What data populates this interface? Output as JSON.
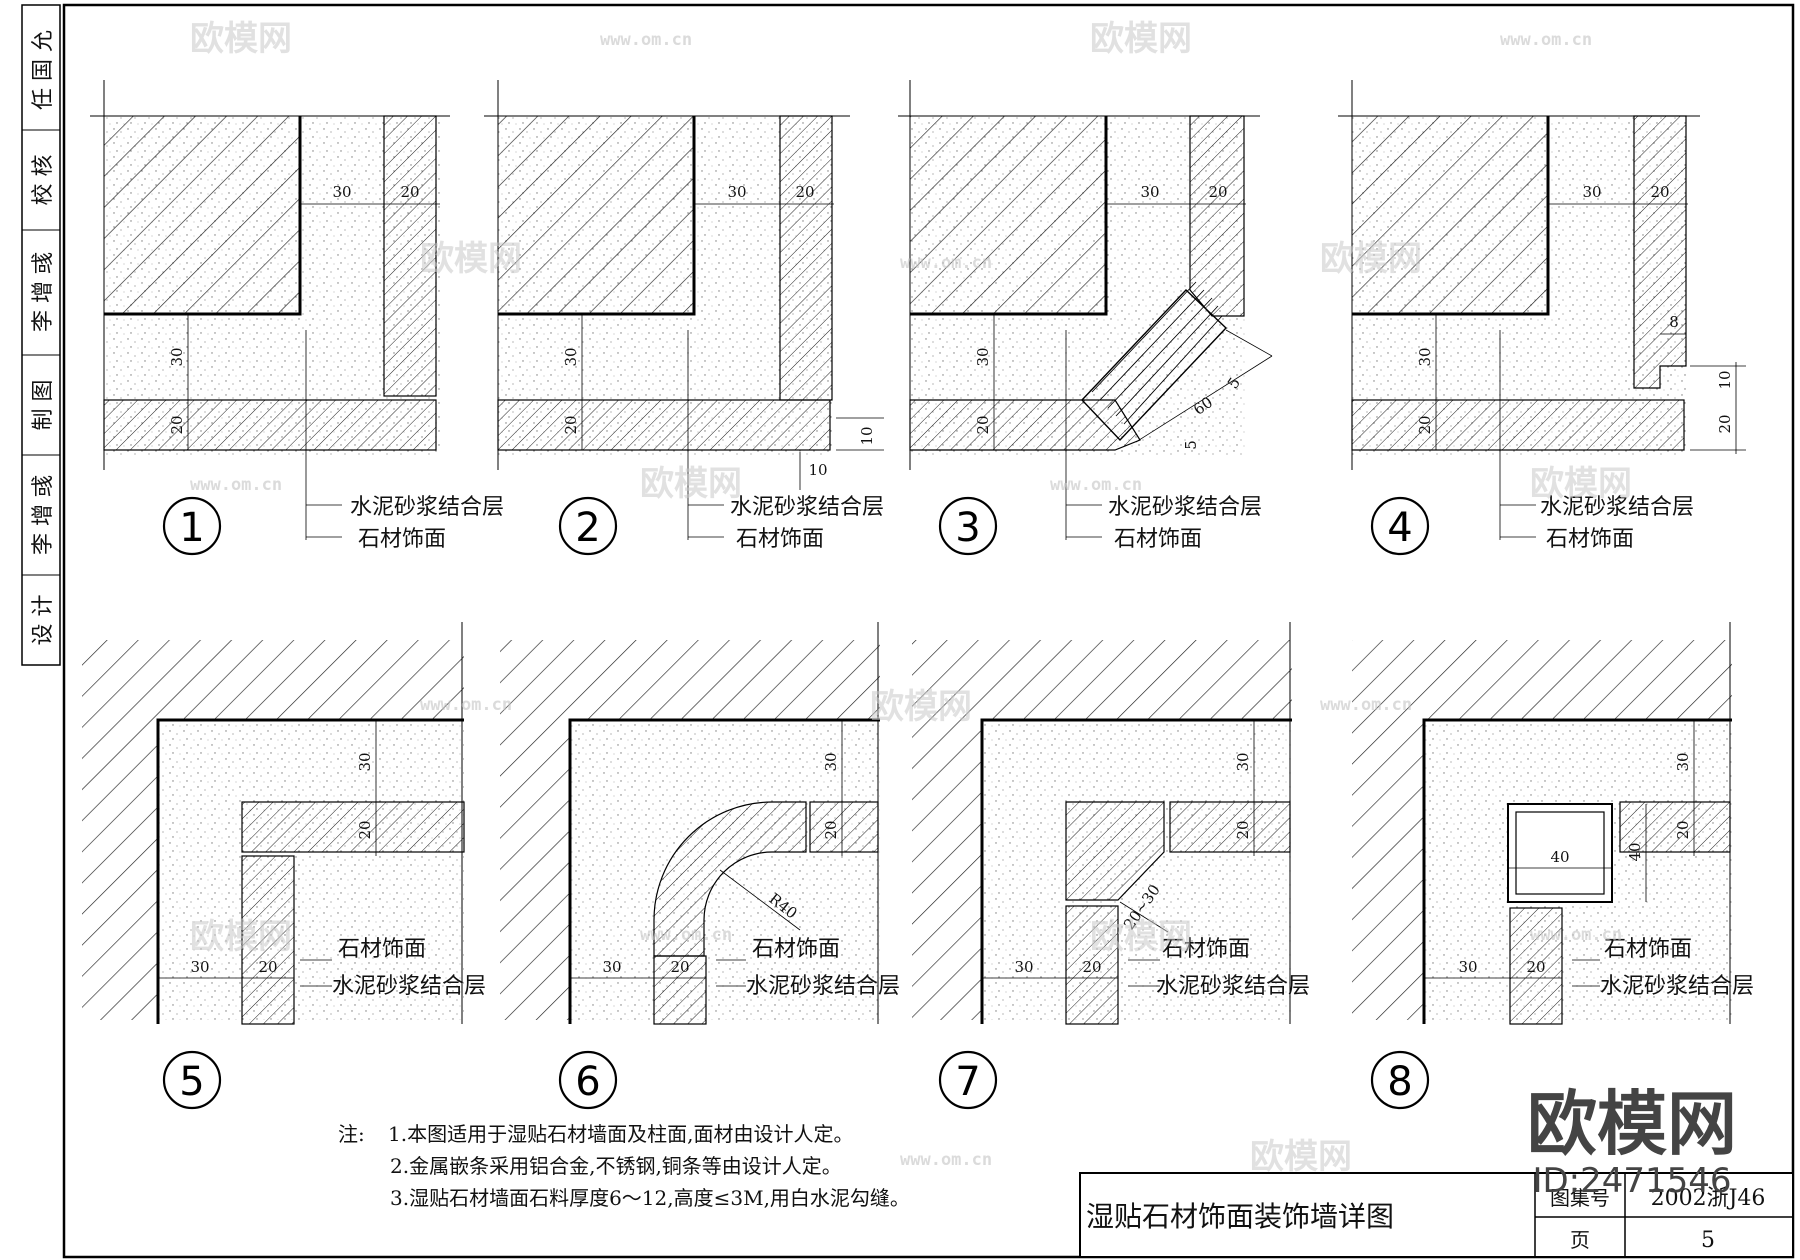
{
  "side_block": [
    {
      "role": "designed",
      "label": "设 计",
      "name": "李 增 彧"
    },
    {
      "role": "drawn",
      "label": "制 图",
      "name": "李 增 彧"
    },
    {
      "role": "checked",
      "label": "校 核",
      "name": "任 国 允"
    }
  ],
  "details": [
    {
      "number": "1",
      "labels": [
        "水泥砂浆结合层",
        "石材饰面"
      ],
      "dims": [
        "30",
        "20",
        "30",
        "20"
      ]
    },
    {
      "number": "2",
      "labels": [
        "水泥砂浆结合层",
        "石材饰面"
      ],
      "dims": [
        "30",
        "20",
        "30",
        "20",
        "10",
        "10"
      ]
    },
    {
      "number": "3",
      "labels": [
        "水泥砂浆结合层",
        "石材饰面"
      ],
      "dims": [
        "30",
        "20",
        "30",
        "20",
        "5",
        "60",
        "5"
      ]
    },
    {
      "number": "4",
      "labels": [
        "水泥砂浆结合层",
        "石材饰面"
      ],
      "dims": [
        "30",
        "20",
        "30",
        "20",
        "8",
        "10",
        "20"
      ]
    },
    {
      "number": "5",
      "labels": [
        "石材饰面",
        "水泥砂浆结合层"
      ],
      "dims": [
        "30",
        "20",
        "30",
        "20"
      ]
    },
    {
      "number": "6",
      "labels": [
        "石材饰面",
        "水泥砂浆结合层"
      ],
      "dims": [
        "30",
        "20",
        "30",
        "20",
        "R40"
      ]
    },
    {
      "number": "7",
      "labels": [
        "石材饰面",
        "水泥砂浆结合层"
      ],
      "dims": [
        "30",
        "20",
        "30",
        "20",
        "20~30"
      ]
    },
    {
      "number": "8",
      "labels": [
        "石材饰面",
        "水泥砂浆结合层"
      ],
      "dims": [
        "30",
        "20",
        "30",
        "20",
        "40",
        "40"
      ]
    }
  ],
  "notes": {
    "prefix": "注:",
    "items": [
      "1.本图适用于湿贴石材墙面及柱面,面材由设计人定。",
      "2.金属嵌条采用铝合金,不锈钢,铜条等由设计人定。",
      "3.湿贴石材墙面石料厚度6～12,高度≤3M,用白水泥勾缝。"
    ]
  },
  "title_block": {
    "title": "湿贴石材饰面装饰墙详图",
    "atlas_label": "图集号",
    "atlas_value": "2002浙J46",
    "page_label": "页",
    "page_value": "5"
  },
  "watermark": {
    "brand": "欧模网",
    "url": "www.om.cn",
    "id": "ID:2471546"
  }
}
